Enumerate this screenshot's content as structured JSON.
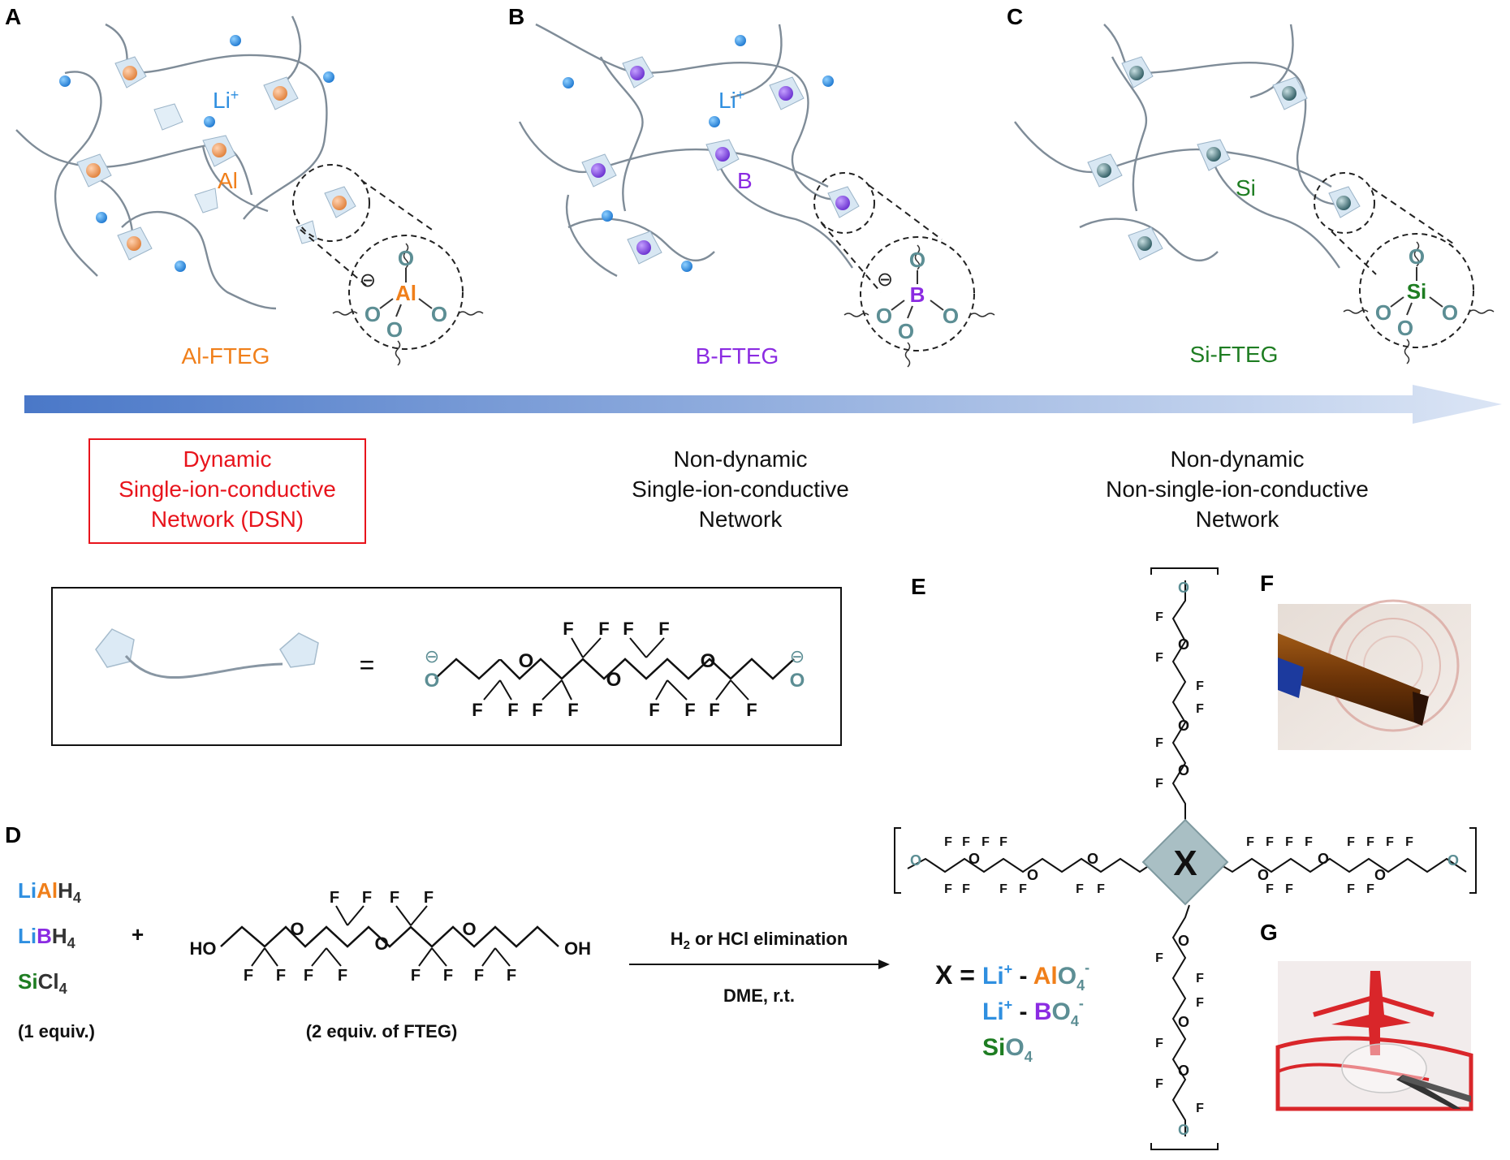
{
  "colors": {
    "al": "#f07f1a",
    "b": "#8b2be2",
    "si": "#1e7d22",
    "li": "#2f8fe0",
    "oxygen": "#5c8e94",
    "red": "#e8141c",
    "arrow_start": "#4a78c8",
    "arrow_end": "#dbe5f5"
  },
  "panel_labels": {
    "a": "A",
    "b": "B",
    "c": "C",
    "d": "D",
    "e": "E",
    "f": "F",
    "g": "G"
  },
  "networks": {
    "a": {
      "li_label": "Li",
      "li_sup": "+",
      "element": "Al",
      "name": "Al-FTEG",
      "charge": "⊖"
    },
    "b": {
      "li_label": "Li",
      "li_sup": "+",
      "element": "B",
      "name": "B-FTEG",
      "charge": "⊖"
    },
    "c": {
      "element": "Si",
      "name": "Si-FTEG"
    }
  },
  "oxygen_symbol": "O",
  "descriptions": {
    "a": [
      "Dynamic",
      "Single-ion-conductive",
      "Network (DSN)"
    ],
    "b": [
      "Non-dynamic",
      "Single-ion-conductive",
      "Network"
    ],
    "c": [
      "Non-dynamic",
      "Non-single-ion-conductive",
      "Network"
    ]
  },
  "legend": {
    "equals": "=",
    "fluorine": "F",
    "oxygen": "O",
    "charge": "⊖"
  },
  "reaction": {
    "reagents": [
      {
        "parts": [
          "Li",
          "Al",
          "H"
        ],
        "sub": "4"
      },
      {
        "parts": [
          "Li",
          "B",
          "H"
        ],
        "sub": "4"
      },
      {
        "parts": [
          "Si",
          "Cl"
        ],
        "sub": "4"
      }
    ],
    "reagent_equiv": "(1 equiv.)",
    "plus": "+",
    "ho": "HO",
    "oh": "OH",
    "fteg_equiv": "(2 equiv. of FTEG)",
    "conditions_top": "H",
    "conditions_top_sub": "2",
    "conditions_top_rest": " or HCl elimination",
    "conditions_bottom": "DME, r.t."
  },
  "structure_e": {
    "center": "X",
    "x_equals": "X =",
    "definitions": [
      {
        "cation": "Li",
        "cation_sup": "+",
        "dash": " - ",
        "el": "Al",
        "o": "O",
        "sub": "4",
        "sup": "-"
      },
      {
        "cation": "Li",
        "cation_sup": "+",
        "dash": " - ",
        "el": "B",
        "o": "O",
        "sub": "4",
        "sup": "-"
      },
      {
        "el": "Si",
        "o": "O",
        "sub": "4"
      }
    ]
  }
}
